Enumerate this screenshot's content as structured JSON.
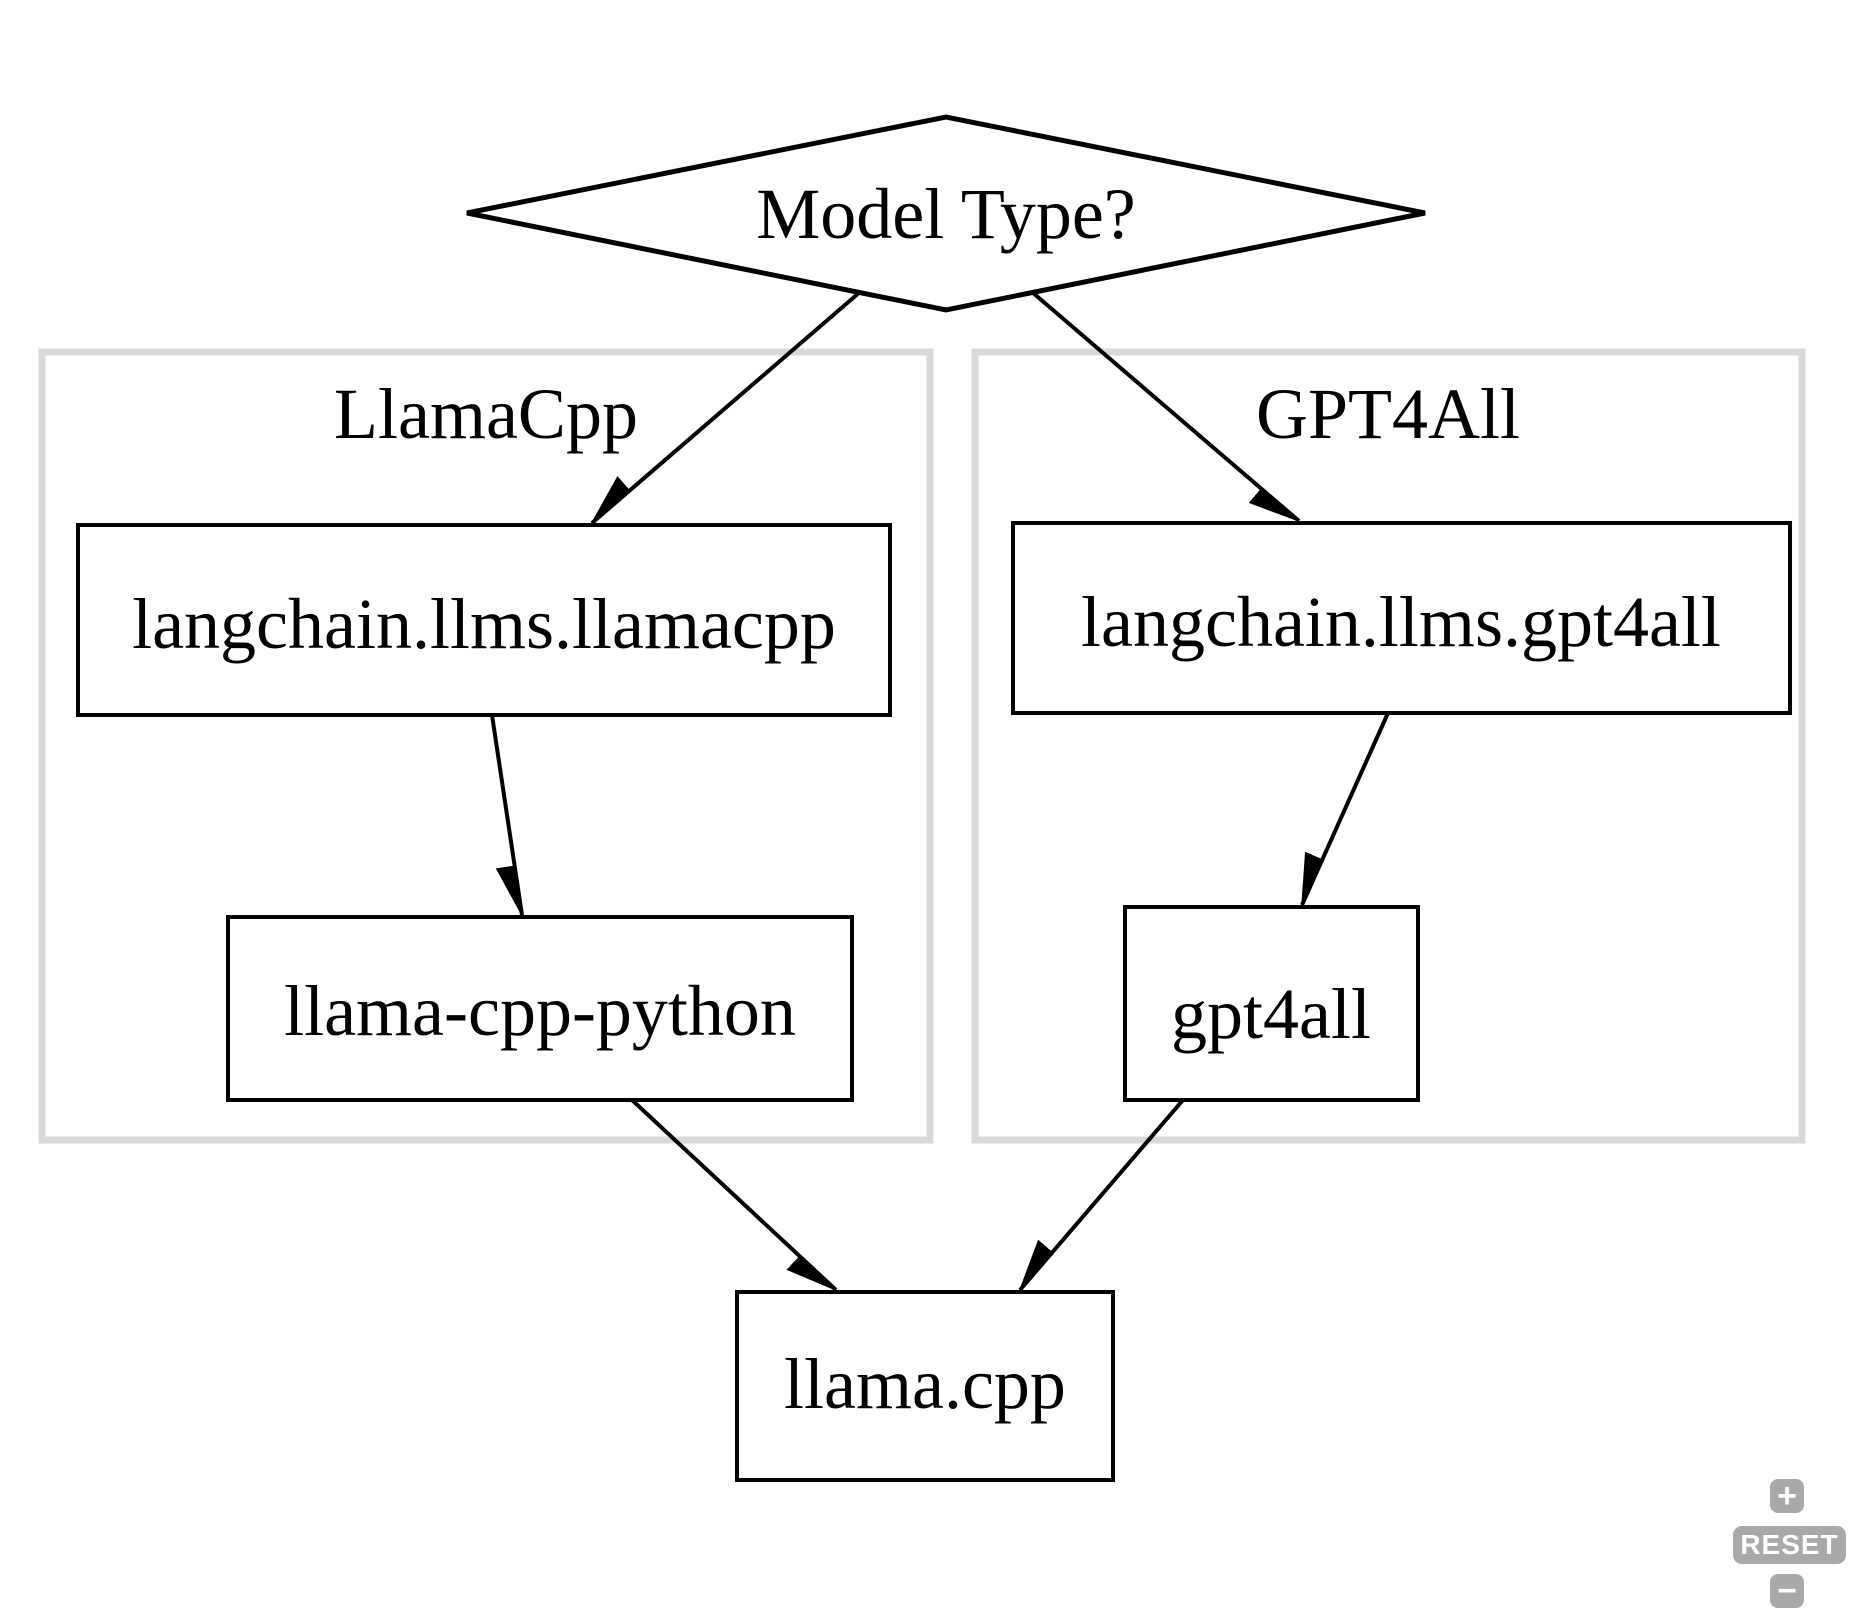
{
  "diagram": {
    "decision": {
      "label": "Model Type?"
    },
    "clusters": [
      {
        "label": "LlamaCpp",
        "nodes": [
          {
            "label": "langchain.llms.llamacpp"
          },
          {
            "label": "llama-cpp-python"
          }
        ]
      },
      {
        "label": "GPT4All",
        "nodes": [
          {
            "label": "langchain.llms.gpt4all"
          },
          {
            "label": "gpt4all"
          }
        ]
      }
    ],
    "sink": {
      "label": "llama.cpp"
    }
  },
  "controls": {
    "zoom_in_label": "+",
    "reset_label": "RESET",
    "zoom_out_label": "−"
  },
  "colors": {
    "background": "#ffffff",
    "edge": "#000000",
    "node_border": "#000000",
    "cluster_border": "#d9d9d9",
    "control_background": "#a9a9a9",
    "control_text": "#ffffff"
  }
}
